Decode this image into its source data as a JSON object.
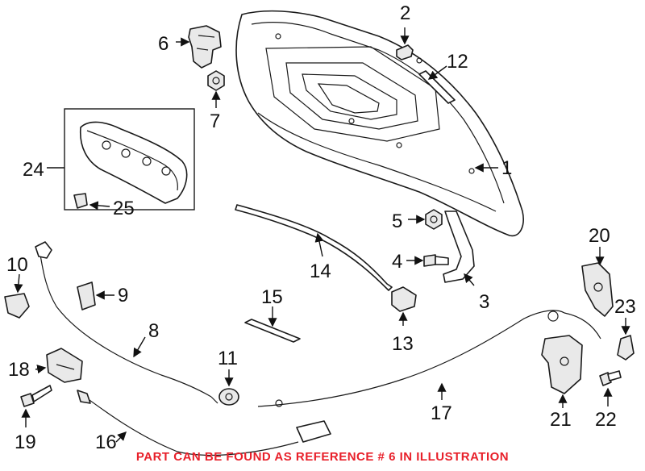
{
  "diagram": {
    "callouts": [
      "1",
      "2",
      "3",
      "4",
      "5",
      "6",
      "7",
      "8",
      "9",
      "10",
      "11",
      "12",
      "13",
      "14",
      "15",
      "16",
      "17",
      "18",
      "19",
      "20",
      "21",
      "22",
      "23",
      "24",
      "25"
    ],
    "footnote": "PART CAN BE FOUND AS REFERENCE # 6 IN ILLUSTRATION"
  },
  "colors": {
    "footnote": "#e8202a",
    "line": "#1a1a1a"
  }
}
